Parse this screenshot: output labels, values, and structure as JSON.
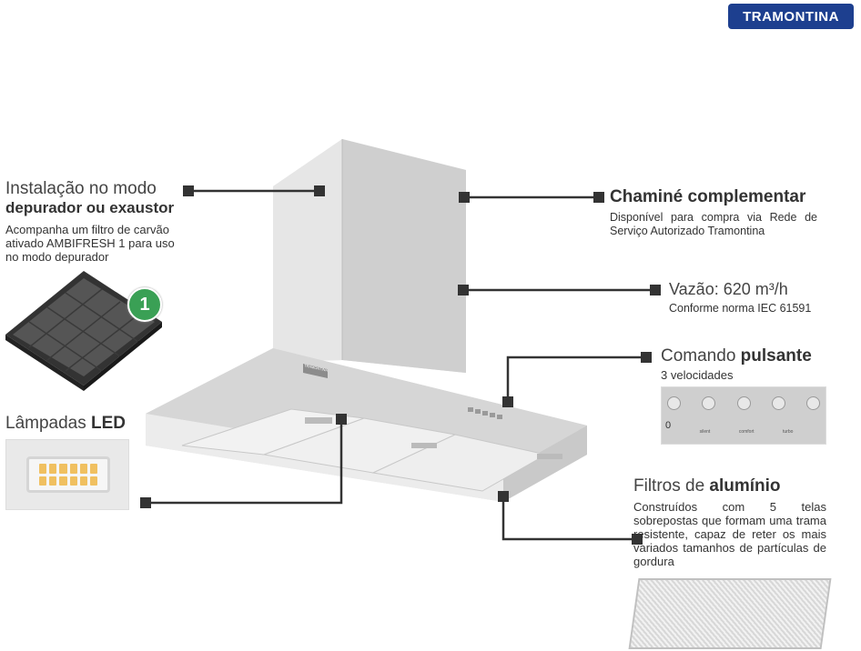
{
  "brand": "TRAMONTINA",
  "install": {
    "title_light": "Instalação no modo",
    "title_bold": "depurador ou exaustor",
    "desc": "Acompanha um filtro de carvão ativado AMBIFRESH 1 para uso no modo depurador",
    "badge": "1"
  },
  "lamps": {
    "title_light": "Lâmpadas",
    "title_bold": "LED"
  },
  "chimney": {
    "title": "Chaminé complementar",
    "desc": "Disponível para compra via Rede de Serviço Autorizado Tramontina"
  },
  "flow": {
    "title": "Vazão: 620 m³/h",
    "desc": "Conforme norma IEC 61591"
  },
  "control": {
    "title_light": "Comando",
    "title_bold": "pulsante",
    "desc": "3 velocidades",
    "panel_labels": [
      "0",
      "silent",
      "comfort",
      "turbo",
      ""
    ]
  },
  "filters": {
    "title_light": "Filtros de",
    "title_bold": "alumínio",
    "desc": "Construídos com 5 telas sobrepostas que formam uma trama resistente, capaz de reter os mais variados tamanhos de partículas de gordura"
  },
  "hood_label": "TRAMONTINA",
  "colors": {
    "brand": "#1d3f8f",
    "badge": "#3aa055",
    "connector": "#333333"
  }
}
